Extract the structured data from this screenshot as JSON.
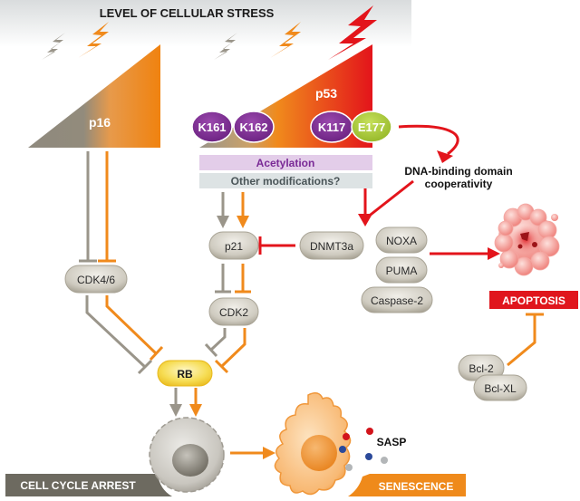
{
  "title": "LEVEL OF CELLULAR STRESS",
  "stress_levels": {
    "left_group": [
      "low",
      "medium"
    ],
    "right_group": [
      "low",
      "medium",
      "high"
    ]
  },
  "colors": {
    "low": "#9a958a",
    "medium": "#f08a1c",
    "high": "#e3141b",
    "acetylation_text": "#7a2a96",
    "acetylation_bg": "#e3cde9",
    "other_mod_bg": "#dde3e4",
    "other_mod_text": "#4a5558",
    "lysine": "#7b2a8f",
    "glutamate": "#a6c832",
    "rb": "#f4cf2e",
    "arrest_banner": "#6d6a60",
    "senescence_banner": "#ef8a1b",
    "apoptosis_banner": "#e0161d"
  },
  "p16": {
    "label": "p16"
  },
  "p53": {
    "label": "p53",
    "residues": [
      {
        "label": "K161",
        "type": "lysine"
      },
      {
        "label": "K162",
        "type": "lysine"
      },
      {
        "label": "K117",
        "type": "lysine"
      },
      {
        "label": "E177",
        "type": "glutamate"
      }
    ],
    "modifications": [
      "Acetylation",
      "Other modifications?"
    ]
  },
  "dna_binding": {
    "line1": "DNA-binding domain",
    "line2": "cooperativity"
  },
  "nodes": {
    "cdk46": "CDK4/6",
    "p21": "p21",
    "cdk2": "CDK2",
    "rb": "RB",
    "dnmt3a": "DNMT3a",
    "noxa": "NOXA",
    "puma": "PUMA",
    "caspase2": "Caspase-2",
    "bcl2": "Bcl-2",
    "bclxl": "Bcl-XL"
  },
  "outcomes": {
    "arrest": "CELL CYCLE ARREST",
    "senescence": "SENESCENCE",
    "apoptosis": "APOPTOSIS",
    "sasp": "SASP"
  }
}
